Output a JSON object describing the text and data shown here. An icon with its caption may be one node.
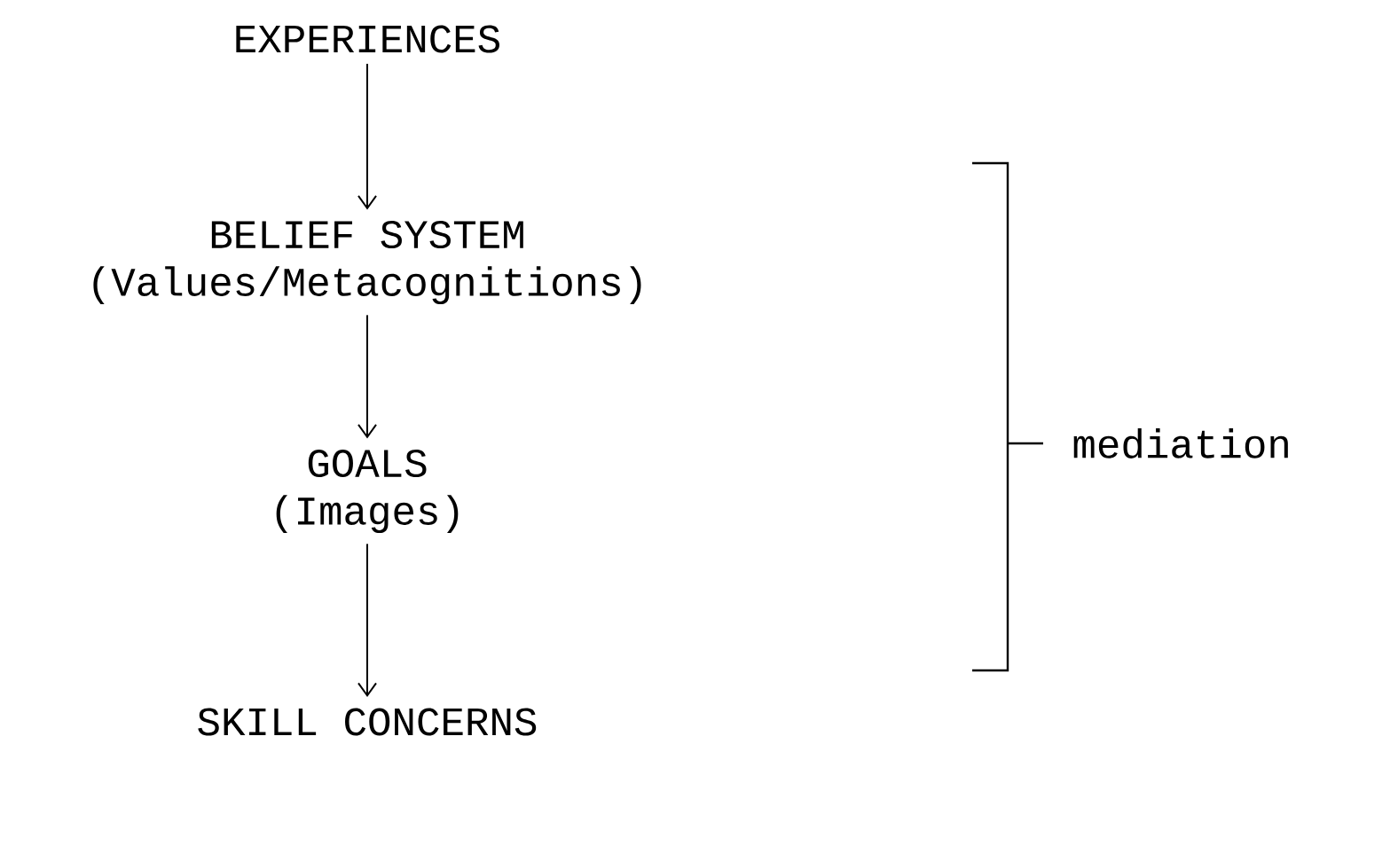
{
  "diagram": {
    "nodes": [
      {
        "text": [
          "EXPERIENCES"
        ]
      },
      {
        "text": [
          "BELIEF SYSTEM",
          "(Values/Metacognitions)"
        ]
      },
      {
        "text": [
          "GOALS",
          "(Images)"
        ]
      },
      {
        "text": [
          "SKILL CONCERNS"
        ]
      }
    ],
    "edges": [
      {
        "from": 0,
        "to": 1,
        "arrow": "to"
      },
      {
        "from": 1,
        "to": 2,
        "arrow": "to"
      },
      {
        "from": 2,
        "to": 3,
        "arrow": "to"
      }
    ],
    "labels": [
      "mediation"
    ]
  }
}
